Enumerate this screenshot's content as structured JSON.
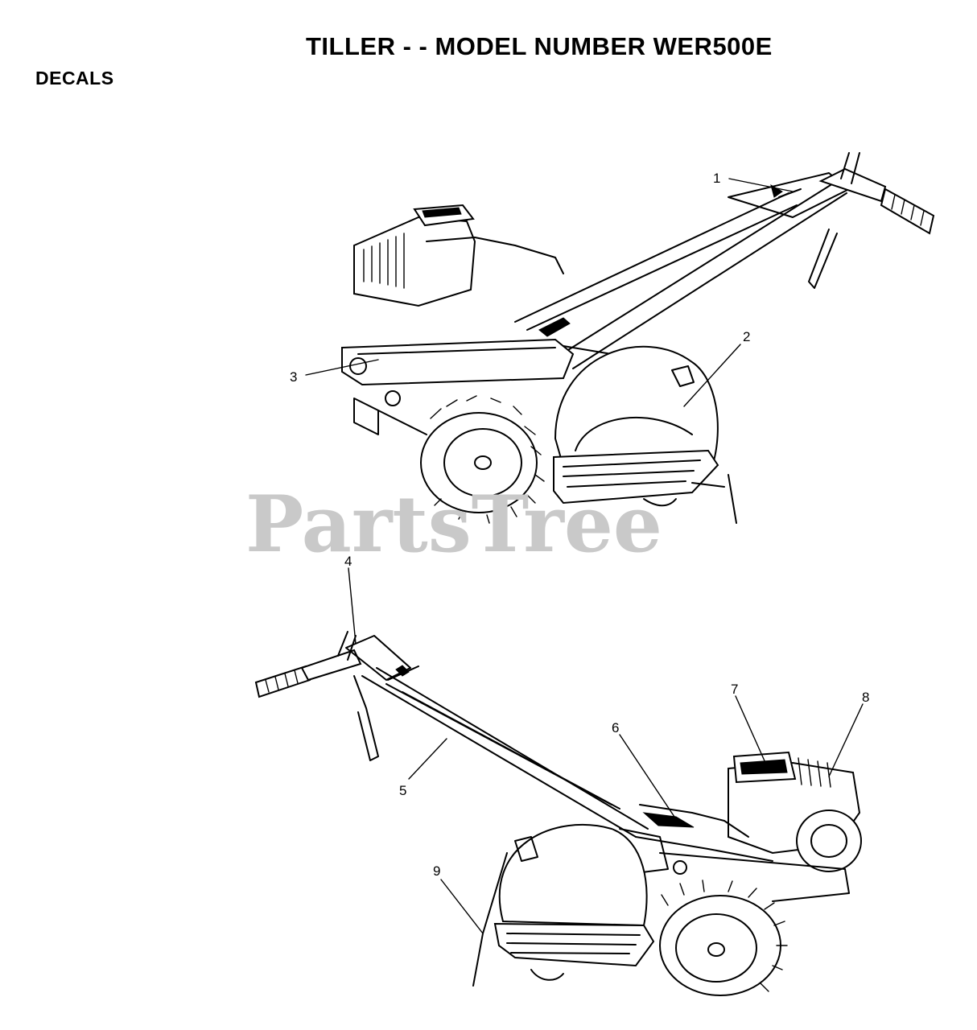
{
  "title": "TILLER - - MODEL NUMBER WER500E",
  "section": "DECALS",
  "watermark": "PartsTree",
  "callouts": [
    "1",
    "2",
    "3",
    "4",
    "5",
    "6",
    "7",
    "8",
    "9"
  ]
}
